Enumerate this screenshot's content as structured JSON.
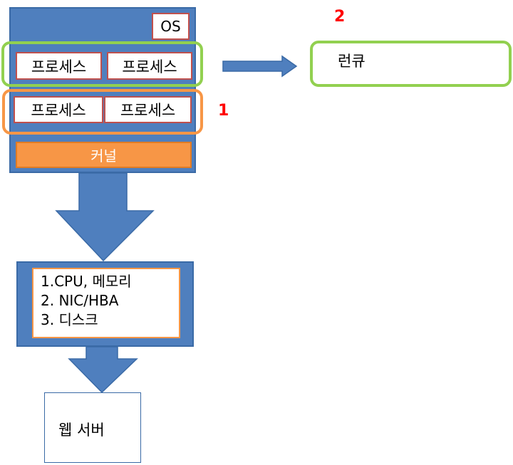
{
  "os_label": "OS",
  "process_label": "프로세스",
  "kernel_label": "커널",
  "runqueue_label": "런큐",
  "marker_1": "1",
  "marker_2": "2",
  "resources": [
    "1.CPU, 메모리",
    "2. NIC/HBA",
    "3. 디스크"
  ],
  "web_server_label": "웹 서버",
  "colors": {
    "block": "#4f7fbe",
    "process_border": "#c0504d",
    "kernel": "#f79646",
    "green_ring": "#92d050",
    "orange_ring": "#f79646",
    "marker": "#ff0000"
  }
}
